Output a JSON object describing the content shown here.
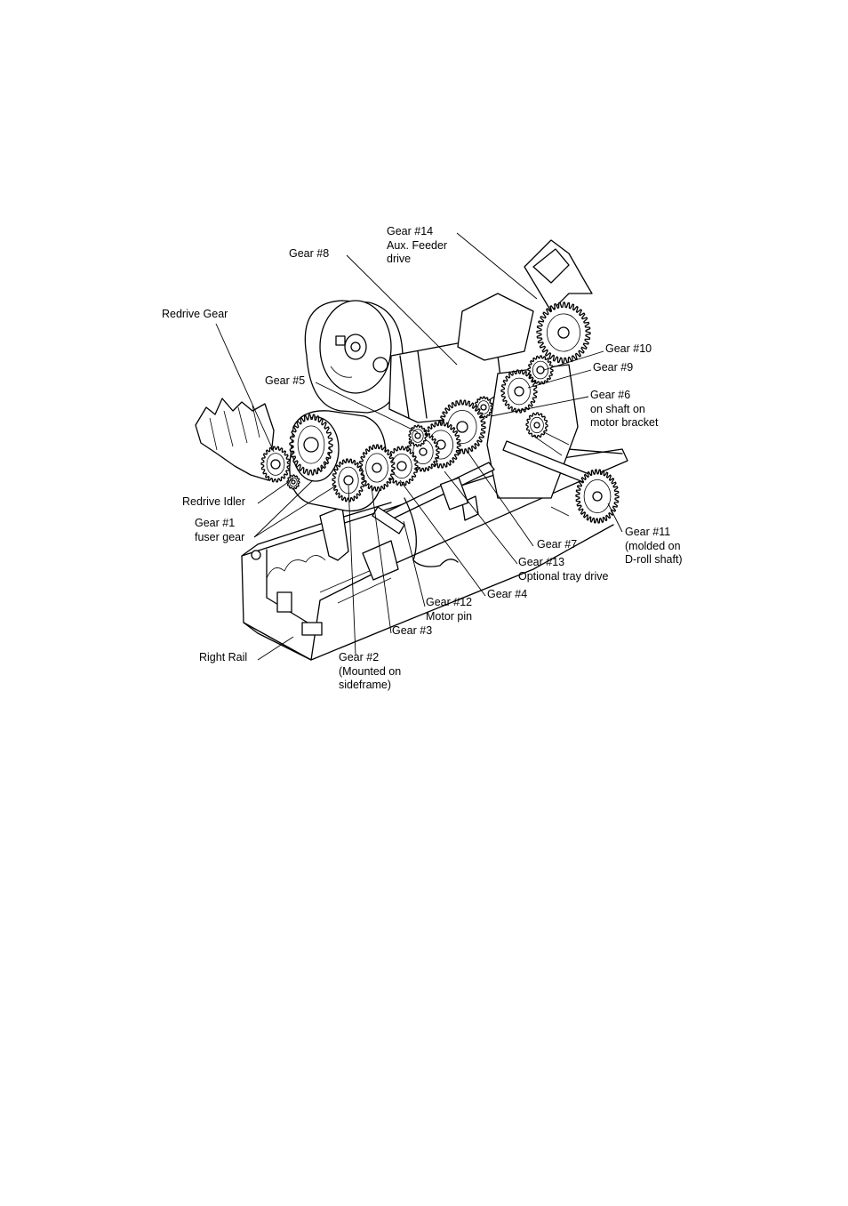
{
  "labels": {
    "gear14": "Gear #14\nAux. Feeder\ndrive",
    "gear8": "Gear #8",
    "redrive_gear": "Redrive Gear",
    "gear10": "Gear #10",
    "gear9": "Gear #9",
    "gear5": "Gear #5",
    "gear6": "Gear #6\non shaft on\nmotor bracket",
    "redrive_idler": "Redrive Idler",
    "gear1": "Gear #1\nfuser gear",
    "gear11": "Gear #11\n(molded on\nD-roll shaft)",
    "gear7": "Gear #7",
    "gear13": "Gear #13\nOptional tray drive",
    "gear4": "Gear #4",
    "gear12": "Gear #12\nMotor pin",
    "gear3": "Gear #3",
    "right_rail": "Right Rail",
    "gear2": "Gear #2\n(Mounted on\nsideframe)"
  },
  "icons": {
    "gears": "gear-drawing",
    "frame": "sideframe-drawing"
  }
}
